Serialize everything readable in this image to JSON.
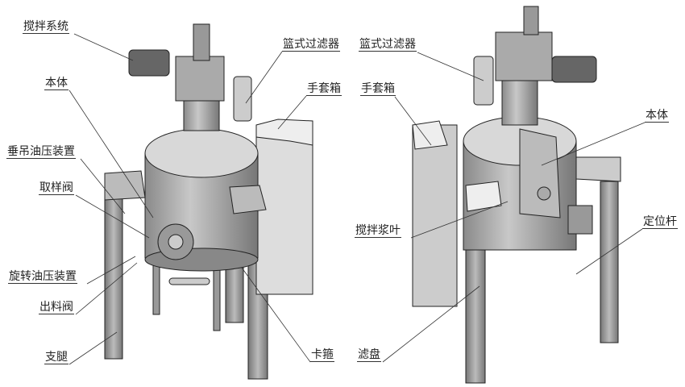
{
  "left_figure": {
    "labels": {
      "stirring_system": "搅拌系统",
      "body": "本体",
      "hanging_hydraulic": "垂吊油压装置",
      "sampling_valve": "取样阀",
      "rotary_hydraulic": "旋转油压装置",
      "discharge_valve": "出料阀",
      "legs": "支腿",
      "basket_filter": "篮式过滤器",
      "glove_box": "手套箱",
      "clamp": "卡箍"
    }
  },
  "right_figure": {
    "labels": {
      "basket_filter": "篮式过滤器",
      "glove_box": "手套箱",
      "body": "本体",
      "stirring_blade": "搅拌浆叶",
      "positioning_rod": "定位杆",
      "filter_plate": "滤盘"
    }
  }
}
